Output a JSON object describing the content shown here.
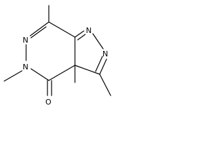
{
  "molecule": {
    "atoms": {
      "n_top_left": "N",
      "n_bottom_left": "N",
      "n_pyrazole_upper": "N",
      "n_pyrazole_lower": "N",
      "o_carbonyl": "O"
    }
  }
}
